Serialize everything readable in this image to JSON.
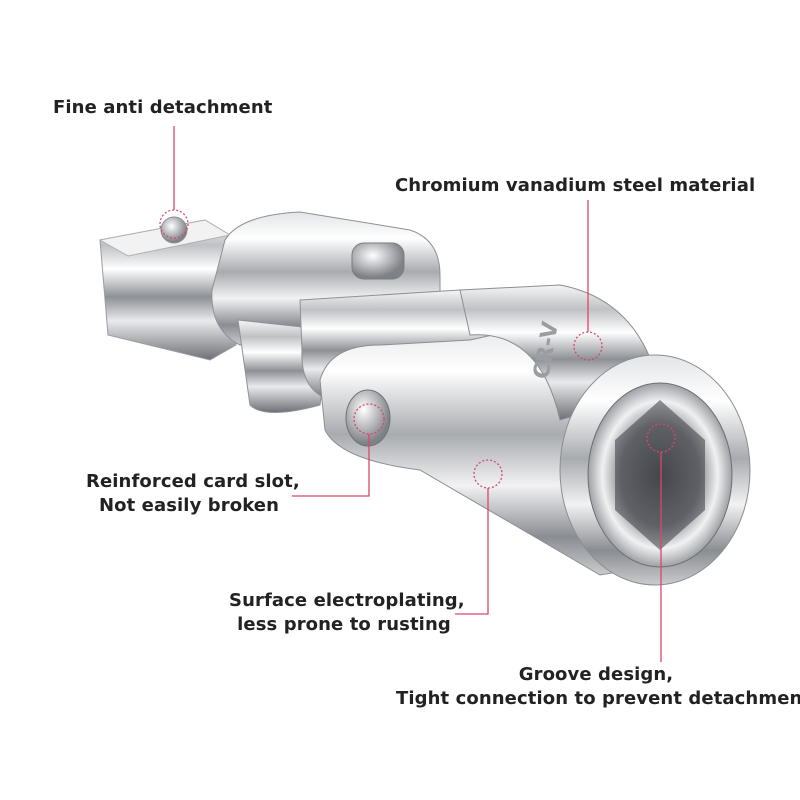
{
  "colors": {
    "callout_line": "#d9476a",
    "text": "#222222",
    "background": "#ffffff"
  },
  "callouts": {
    "anti_detachment": "Fine anti detachment",
    "material": "Chromium vanadium steel material",
    "card_slot": [
      "Reinforced card slot,",
      "Not easily broken"
    ],
    "plating": [
      "Surface electroplating,",
      "less prone to rusting"
    ],
    "groove": [
      "Groove design,",
      "Tight connection to prevent detachment"
    ]
  },
  "product": {
    "engraving": "CR-V"
  }
}
